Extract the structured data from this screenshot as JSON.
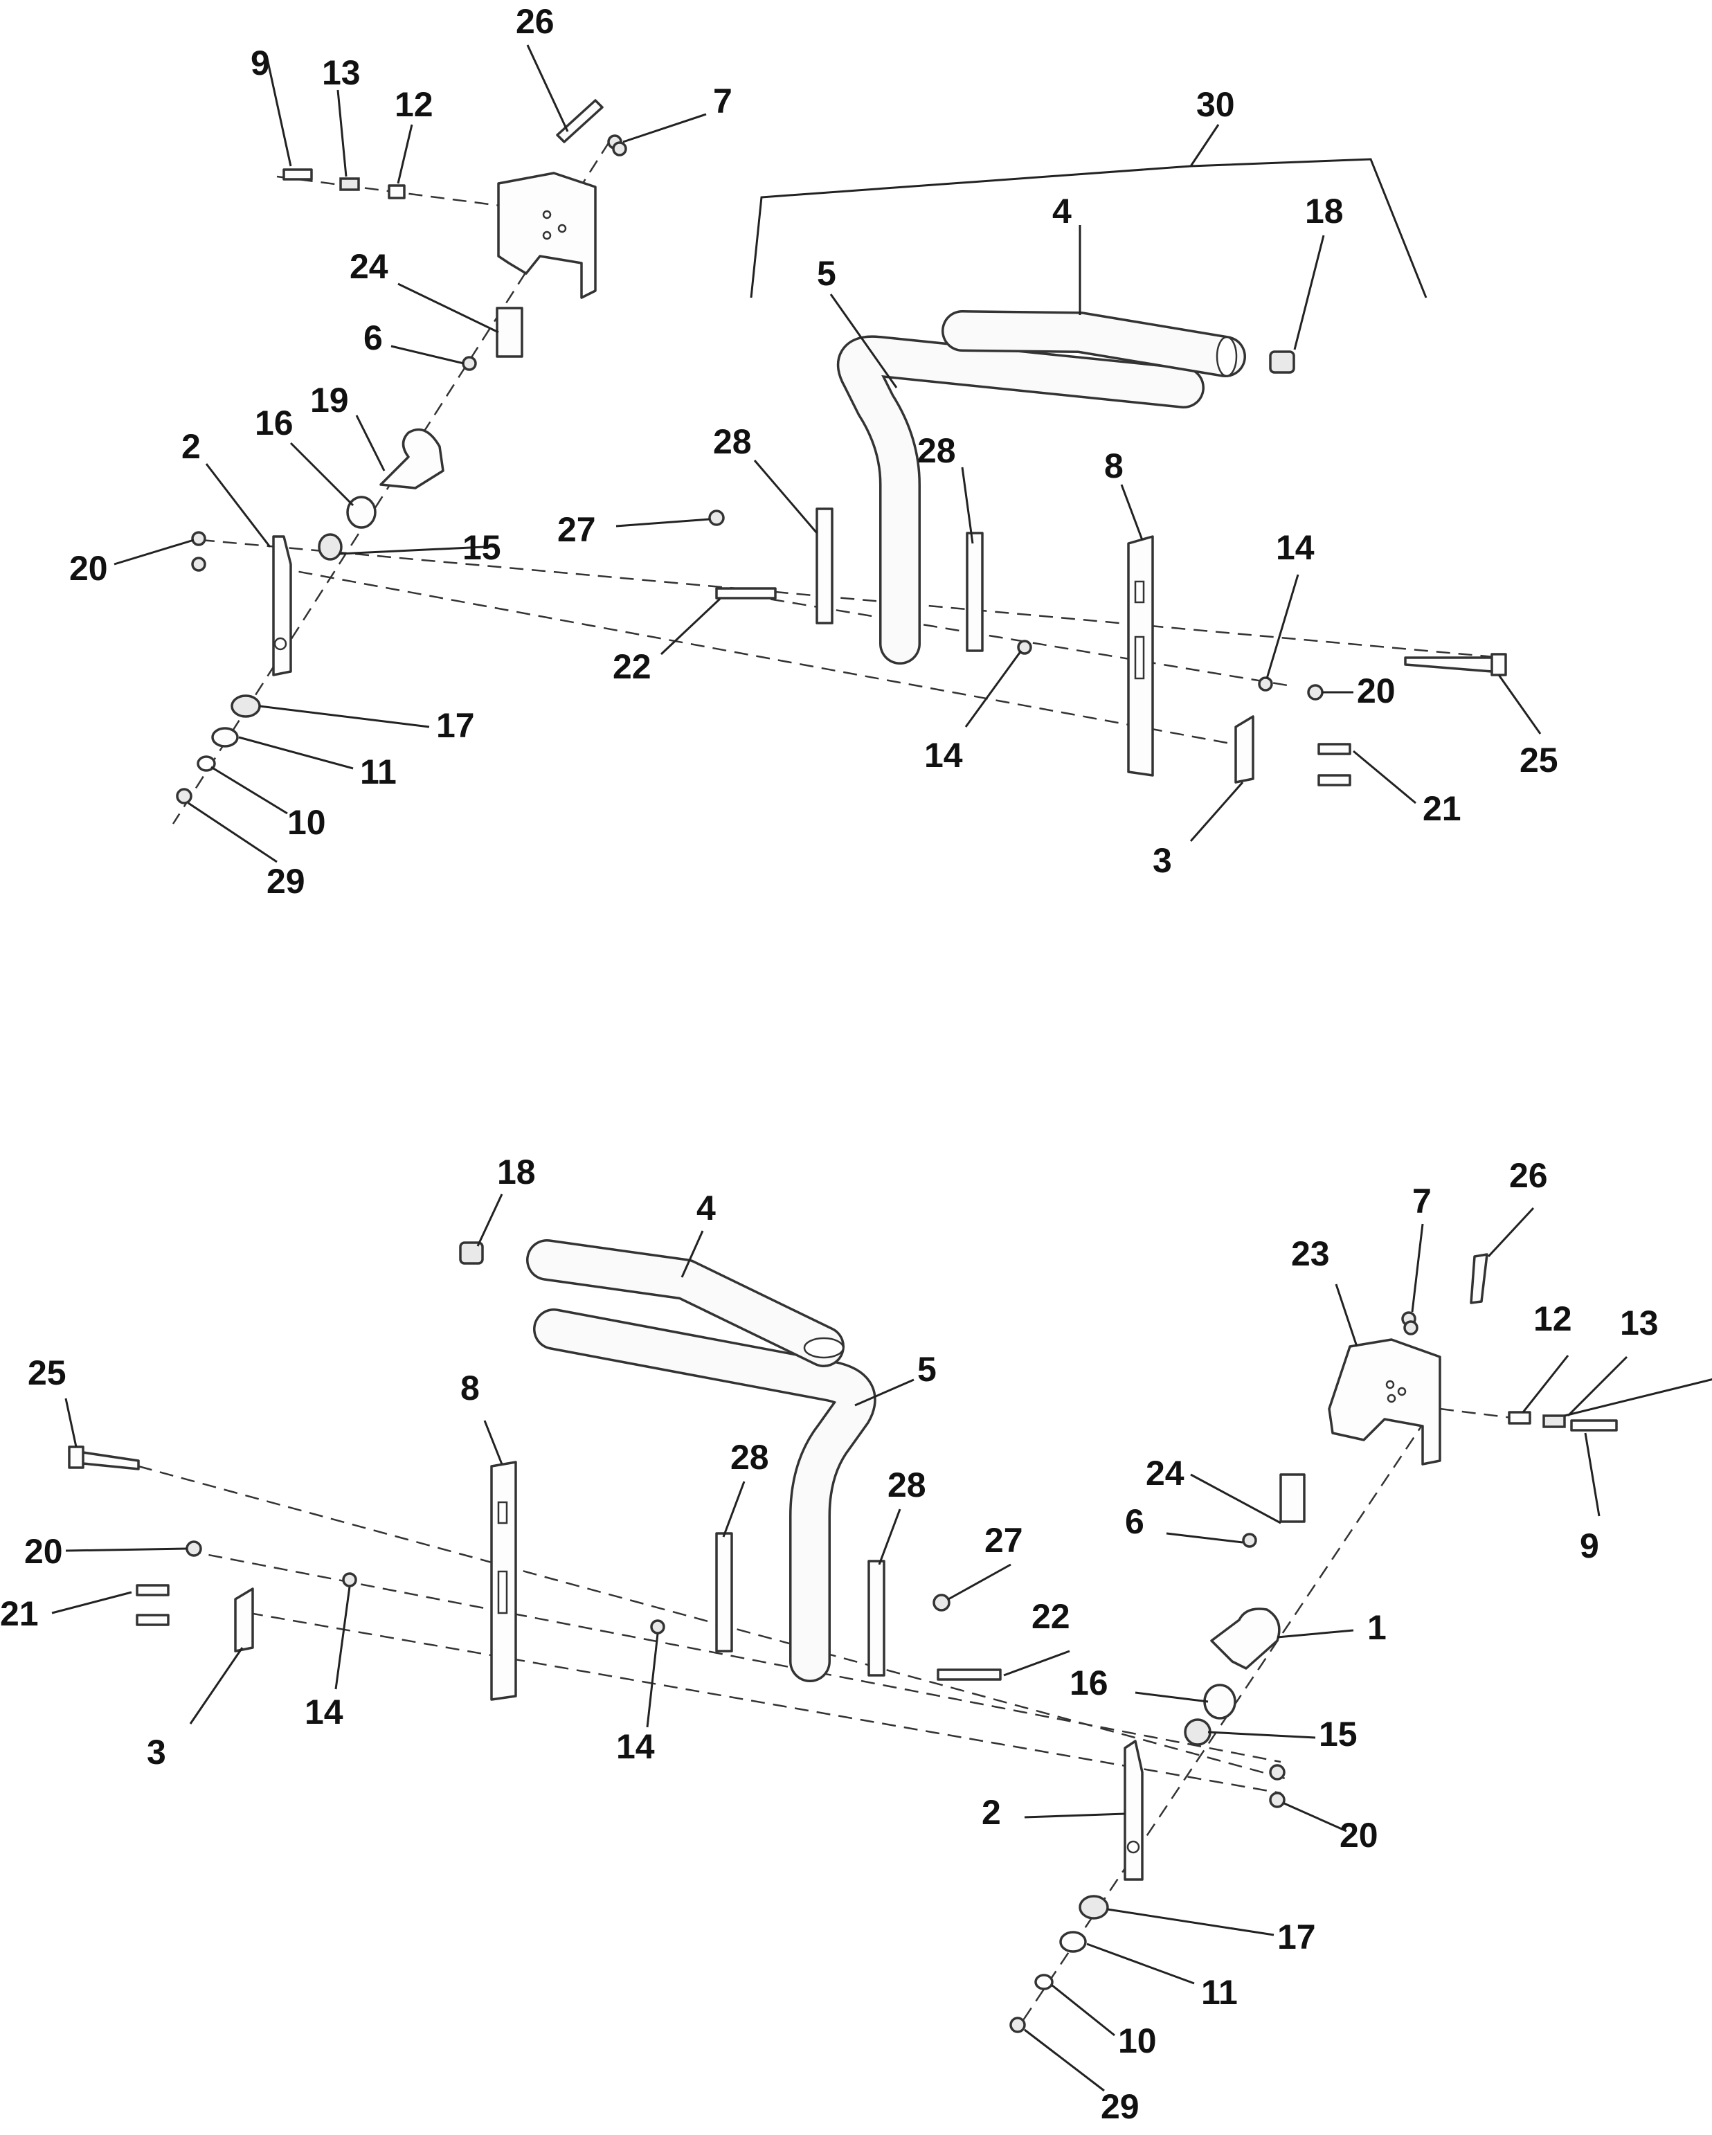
{
  "diagram": {
    "top_view": {
      "callouts": {
        "c9": "9",
        "c13": "13",
        "c12": "12",
        "c26": "26",
        "c7": "7",
        "c30": "30",
        "c4": "4",
        "c18": "18",
        "c5": "5",
        "c24": "24",
        "c6": "6",
        "c19": "19",
        "c2": "2",
        "c16": "16",
        "c28a": "28",
        "c28b": "28",
        "c8": "8",
        "c27": "27",
        "c20a": "20",
        "c15": "15",
        "c14a": "14",
        "c22": "22",
        "c20b": "20",
        "c17": "17",
        "c14b": "14",
        "c25": "25",
        "c11": "11",
        "c21": "21",
        "c10": "10",
        "c3": "3",
        "c29": "29"
      }
    },
    "bottom_view": {
      "callouts": {
        "c18": "18",
        "c4": "4",
        "c7": "7",
        "c26": "26",
        "c23": "23",
        "c25": "25",
        "c8": "8",
        "c5": "5",
        "c12": "12",
        "c13": "13",
        "c28a": "28",
        "c28b": "28",
        "c24": "24",
        "c20a": "20",
        "c27": "27",
        "c6": "6",
        "c9": "9",
        "c21": "21",
        "c22": "22",
        "c1": "1",
        "c14a": "14",
        "c3": "3",
        "c14b": "14",
        "c16": "16",
        "c15": "15",
        "c2": "2",
        "c20b": "20",
        "c17": "17",
        "c11": "11",
        "c10": "10",
        "c29": "29"
      }
    }
  }
}
